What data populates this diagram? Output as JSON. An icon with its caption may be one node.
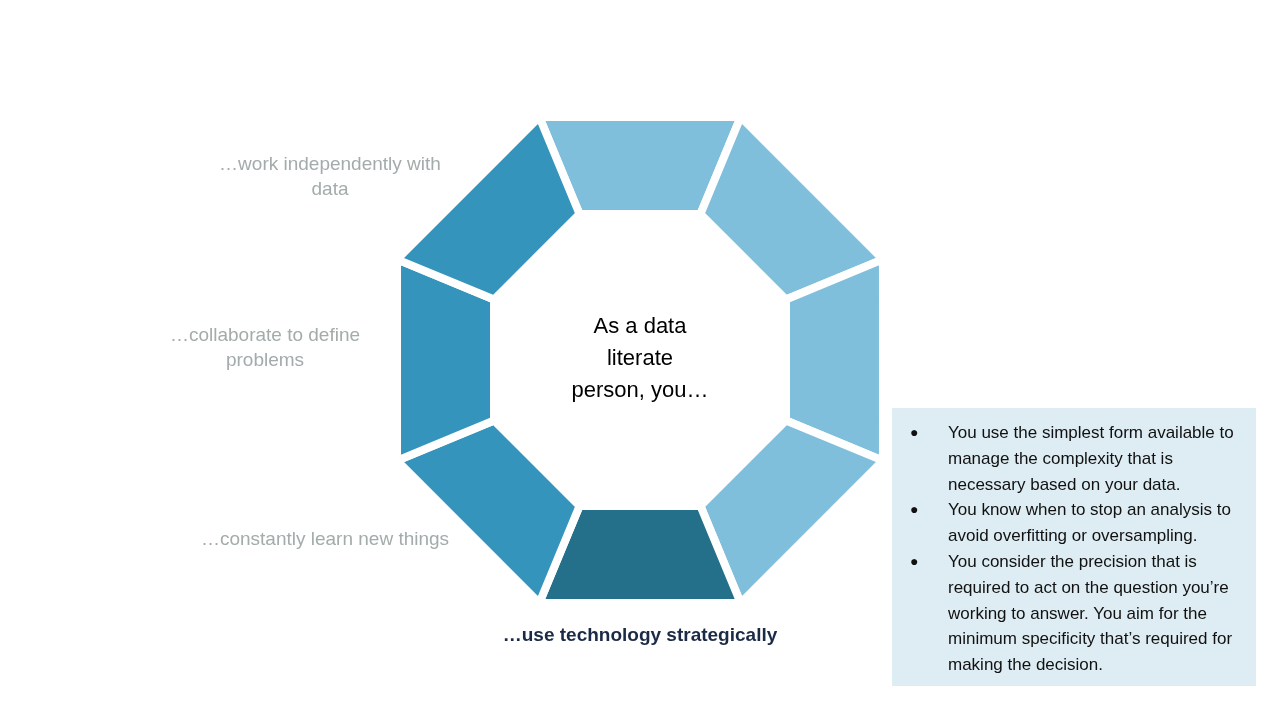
{
  "diagram": {
    "nodes": [
      {
        "text": [
          "●",
          "You use the simplest form available to manage the complexity that is necessary based on your data.",
          "●",
          "You know when to stop an analysis to avoid overfitting or oversampling.",
          "●",
          "You consider the precision that is required to act on the question you’re working to answer. You aim for the minimum specificity that’s required for making the decision."
        ]
      }
    ],
    "labels": [
      "…work independently with data",
      "As a data literate person, you…",
      "…collaborate to define problems",
      "…constantly learn new things",
      "…use technology strategically"
    ]
  }
}
